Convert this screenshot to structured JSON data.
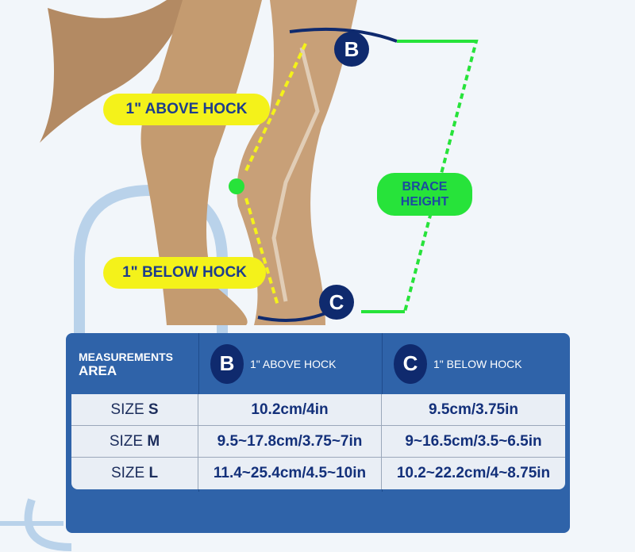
{
  "diagram": {
    "above_label": "1\" ABOVE HOCK",
    "below_label": "1\" BELOW HOCK",
    "brace_height_label": [
      "BRACE",
      "HEIGHT"
    ],
    "marker_b": "B",
    "marker_c": "C"
  },
  "table": {
    "header": {
      "area_line1": "MEASUREMENTS",
      "area_line2": "AREA",
      "col_b_letter": "B",
      "col_b_label": "1\" ABOVE HOCK",
      "col_c_letter": "C",
      "col_c_label": "1\" BELOW HOCK"
    },
    "rows": [
      {
        "prefix": "SIZE",
        "size": "S",
        "b": "10.2cm/4in",
        "c": "9.5cm/3.75in"
      },
      {
        "prefix": "SIZE",
        "size": "M",
        "b": "9.5~17.8cm/3.75~7in",
        "c": "9~16.5cm/3.5~6.5in"
      },
      {
        "prefix": "SIZE",
        "size": "L",
        "b": "11.4~25.4cm/4.5~10in",
        "c": "10.2~22.2cm/4~8.75in"
      }
    ]
  }
}
